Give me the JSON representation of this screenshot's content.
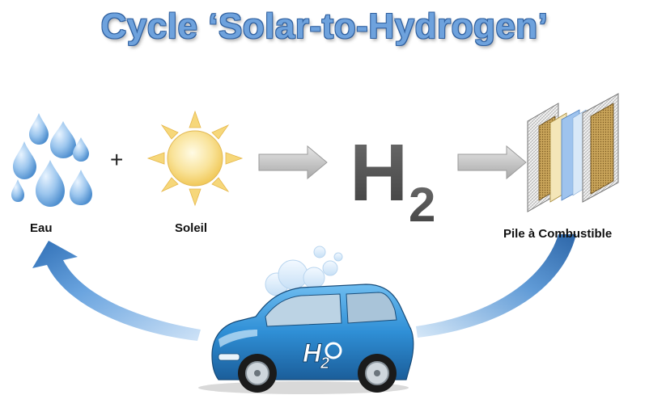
{
  "title": "Cycle ‘Solar-to-Hydrogen’",
  "nodes": {
    "water": {
      "label": "Eau",
      "icon": "water-drops-icon"
    },
    "plus": "+",
    "sun": {
      "label": "Soleil",
      "icon": "sun-icon"
    },
    "hydrogen": {
      "symbol": "H",
      "subscript": "2"
    },
    "fuel_cell": {
      "label": "Pile à Combustible",
      "icon": "fuel-cell-icon"
    },
    "car": {
      "badge_main": "H",
      "badge_sub": "2",
      "icon": "hydrogen-car-icon"
    }
  },
  "colors": {
    "title": "#6ea2dd",
    "drops": "#8fbfe8",
    "sun": "#f6d77a",
    "h2": "#5a5a5a",
    "arrow_gray": "#c8c8c8",
    "arrow_blue": "#3a78bf",
    "car_body": "#2f8fd6"
  }
}
